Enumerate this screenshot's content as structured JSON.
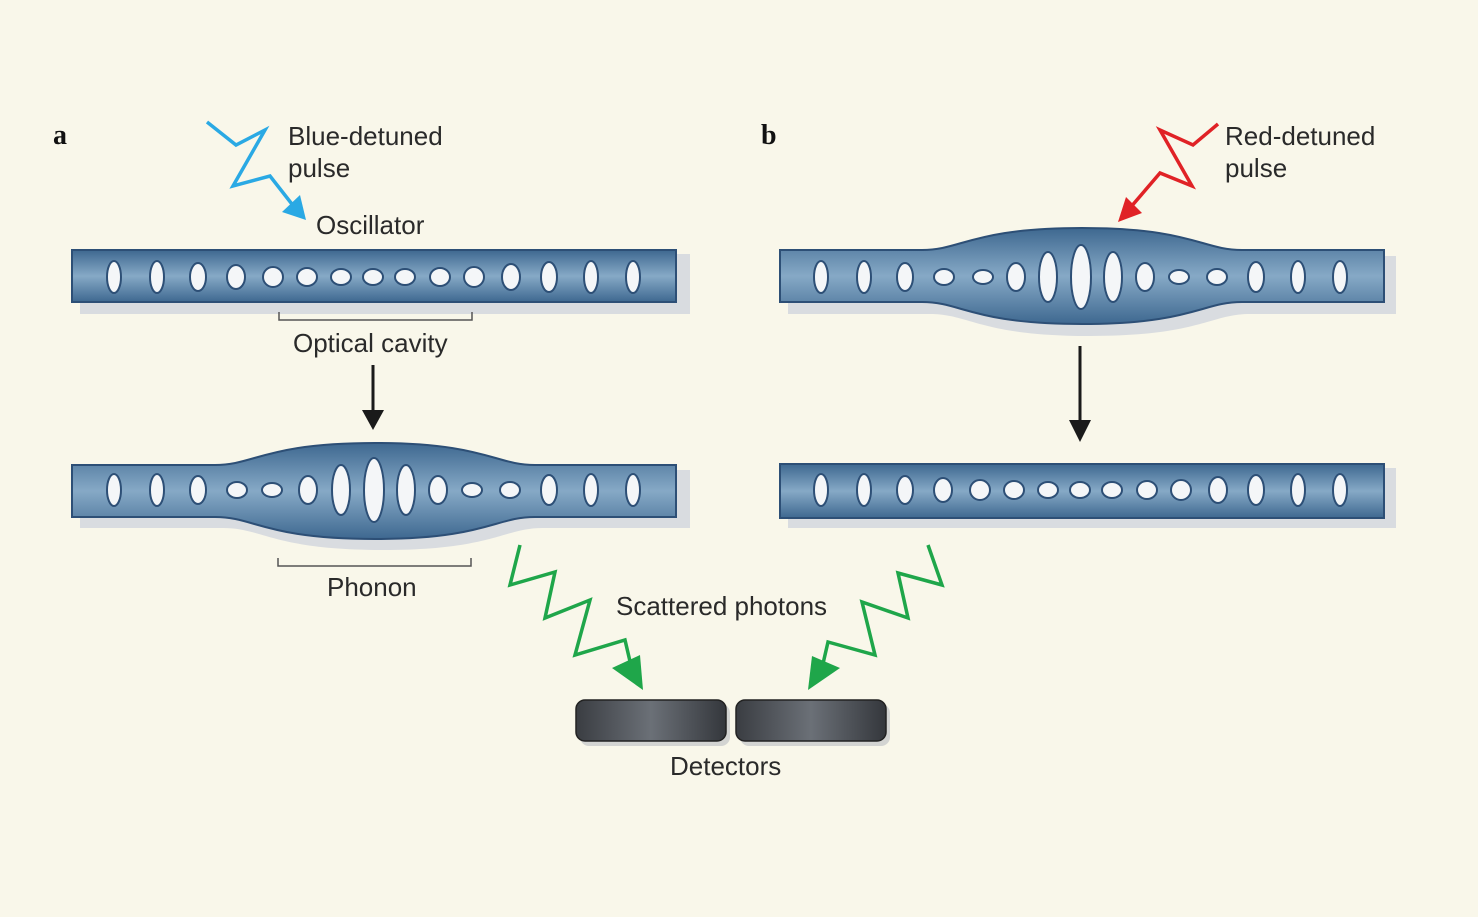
{
  "panels": {
    "a": {
      "letter": "a",
      "pulse_label_line1": "Blue-detuned",
      "pulse_label_line2": "pulse",
      "oscillator_label": "Oscillator",
      "cavity_label": "Optical cavity",
      "phonon_label": "Phonon"
    },
    "b": {
      "letter": "b",
      "pulse_label_line1": "Red-detuned",
      "pulse_label_line2": "pulse"
    }
  },
  "scattered_label": "Scattered photons",
  "detectors_label": "Detectors",
  "colors": {
    "background": "#f9f7ea",
    "beam": "#5f86a8",
    "beam_edge": "#2d4f76",
    "blue_pulse": "#2aa9e4",
    "red_pulse": "#e02226",
    "green_photons": "#1fa64a",
    "detector": "#4b4f55",
    "arrow": "#1a1a1a"
  }
}
